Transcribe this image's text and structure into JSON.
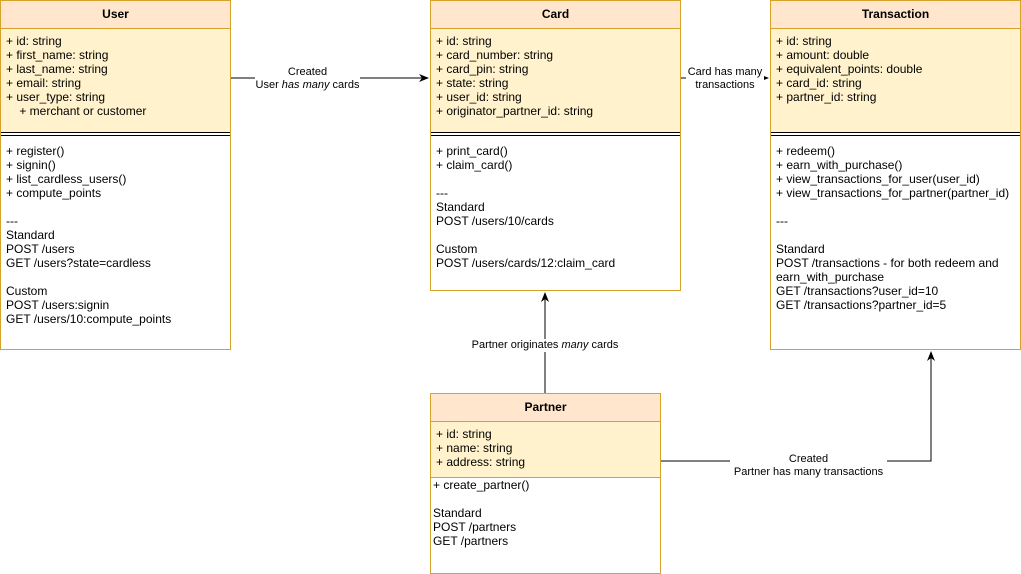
{
  "classes": {
    "user": {
      "name": "User",
      "attributes": [
        "+ id: string",
        "+ first_name: string",
        "+ last_name: string",
        "+ email: string",
        "+ user_type: string",
        "    + merchant or customer"
      ],
      "methods": [
        "+ register()",
        "+ signin()",
        "+ list_cardless_users()",
        "+ compute_points",
        "",
        "---",
        "Standard",
        "POST /users",
        "GET /users?state=cardless",
        "",
        "Custom",
        "POST /users:signin",
        "GET /users/10:compute_points"
      ]
    },
    "card": {
      "name": "Card",
      "attributes": [
        "+ id: string",
        "+ card_number: string",
        "+ card_pin: string",
        "+ state: string",
        "+ user_id: string",
        "+ originator_partner_id: string"
      ],
      "methods": [
        "+ print_card()",
        "+ claim_card()",
        "",
        "---",
        "Standard",
        "POST /users/10/cards",
        "",
        "Custom",
        "POST /users/cards/12:claim_card"
      ]
    },
    "transaction": {
      "name": "Transaction",
      "attributes": [
        "+ id: string",
        "+ amount: double",
        "+ equivalent_points: double",
        "+ card_id: string",
        "+ partner_id: string"
      ],
      "methods": [
        "+ redeem()",
        "+ earn_with_purchase()",
        "+ view_transactions_for_user(user_id)",
        "+ view_transactions_for_partner(partner_id)",
        "",
        "---",
        "",
        "Standard",
        "POST /transactions - for both redeem and",
        "earn_with_purchase",
        "GET /transactions?user_id=10",
        "GET /transactions?partner_id=5"
      ]
    },
    "partner": {
      "name": "Partner",
      "attributes": [
        "+ id: string",
        "+ name: string",
        "+ address: string"
      ],
      "methods": [
        "+ create_partner()",
        "",
        "Standard",
        "POST /partners",
        "GET /partners"
      ]
    }
  },
  "relations": {
    "user_card": {
      "line1": "Created",
      "line2_pre": "User ",
      "line2_em": "has many",
      "line2_post": " cards"
    },
    "card_transaction": {
      "line1": "Card has many",
      "line2": "transactions"
    },
    "partner_card": {
      "pre": "Partner originates ",
      "em": "many",
      "post": " cards"
    },
    "partner_transaction": {
      "line1": "Created",
      "line2": "Partner has many transactions"
    }
  }
}
